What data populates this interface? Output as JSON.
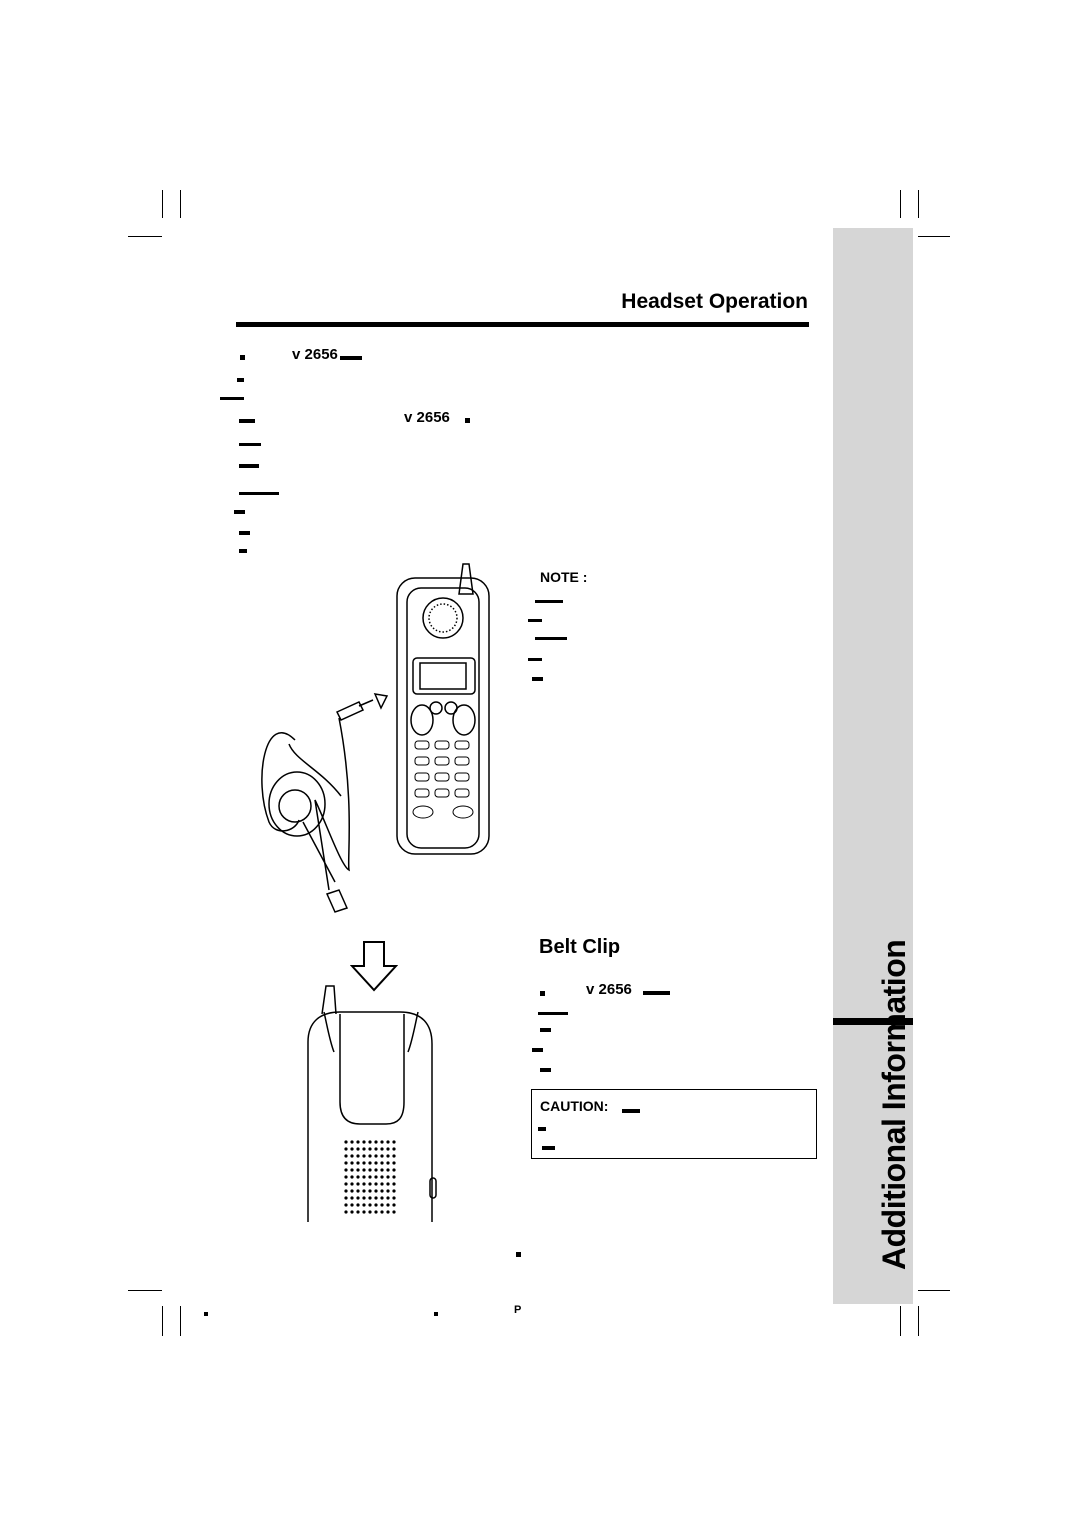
{
  "page": {
    "section_title": "Headset Operation",
    "sidebar_label": "Additional Information"
  },
  "headset": {
    "line1_model": "v 2656",
    "line4_model": "v 2656",
    "note_label": "NOTE :"
  },
  "belt_clip": {
    "title": "Belt Clip",
    "model_line": "v 2656",
    "caution_label": "CAUTION:"
  },
  "footer": {
    "page_mark": "P"
  }
}
